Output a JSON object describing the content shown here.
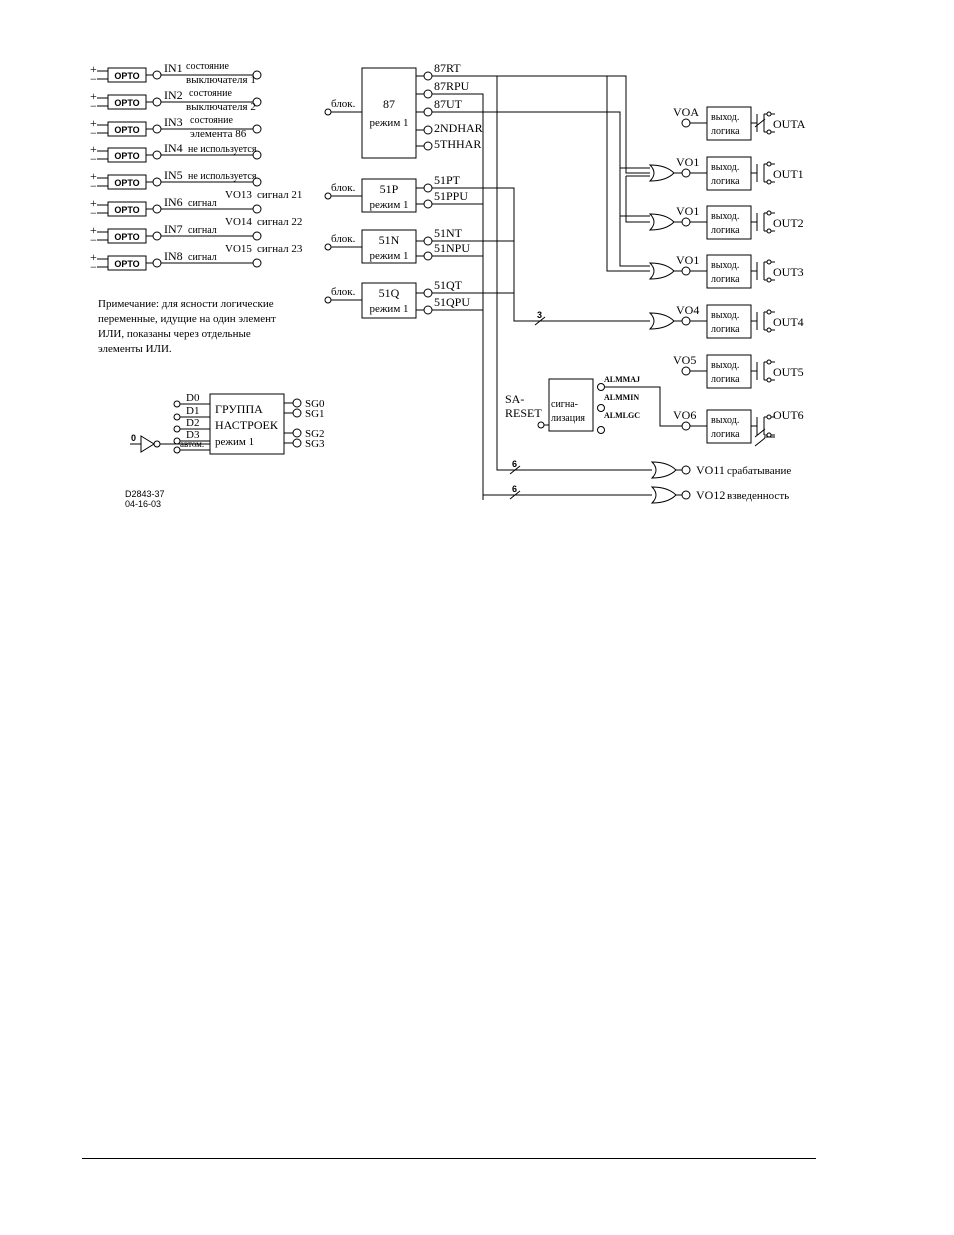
{
  "inputs": [
    {
      "opto": "OPTO",
      "name": "IN1",
      "desc": [
        "состояние",
        "выключателя 1"
      ]
    },
    {
      "opto": "OPTO",
      "name": "IN2",
      "desc": [
        "состояние",
        "выключателя 2"
      ]
    },
    {
      "opto": "OPTO",
      "name": "IN3",
      "desc": [
        "состояние",
        "элемента 86"
      ]
    },
    {
      "opto": "OPTO",
      "name": "IN4",
      "desc": [
        "не используется"
      ]
    },
    {
      "opto": "OPTO",
      "name": "IN5",
      "desc": [
        "не используется"
      ]
    },
    {
      "opto": "OPTO",
      "name": "IN6",
      "desc": [
        "сигнал"
      ],
      "vo": "VO13",
      "vo_desc": "сигнал 21"
    },
    {
      "opto": "OPTO",
      "name": "IN7",
      "desc": [
        "сигнал"
      ],
      "vo": "VO14",
      "vo_desc": "сигнал 22"
    },
    {
      "opto": "OPTO",
      "name": "IN8",
      "desc": [
        "сигнал"
      ],
      "vo": "VO15",
      "vo_desc": "сигнал 23"
    }
  ],
  "note": [
    "Примечание: для ясности логические",
    "переменные, идущие на один элемент",
    "ИЛИ, показаны через отдельные",
    "элементы ИЛИ."
  ],
  "setting_group": {
    "inputs": [
      "D0",
      "D1",
      "D2",
      "D3",
      "автом."
    ],
    "title": [
      "ГРУППА",
      "НАСТРОЕК"
    ],
    "mode": "режим 1",
    "outputs": [
      "SG0",
      "SG1",
      "SG2",
      "SG3"
    ],
    "const": "0"
  },
  "drawing_id": [
    "D2843-37",
    "04-16-03"
  ],
  "blocks": [
    {
      "block": "блок.",
      "name": "87",
      "mode": "режим 1",
      "outputs": [
        "87RT",
        "87RPU",
        "87UT",
        "2NDHAR",
        "5THHAR"
      ]
    },
    {
      "block": "блок.",
      "name": "51P",
      "mode": "режим 1",
      "outputs": [
        "51PT",
        "51PPU"
      ]
    },
    {
      "block": "блок.",
      "name": "51N",
      "mode": "режим 1",
      "outputs": [
        "51NT",
        "51NPU"
      ]
    },
    {
      "block": "блок.",
      "name": "51Q",
      "mode": "режим 1",
      "outputs": [
        "51QT",
        "51QPU"
      ]
    }
  ],
  "alarm": {
    "reset": [
      "SA-",
      "RESET"
    ],
    "name": [
      "сигна-",
      "лизация"
    ],
    "outputs": [
      "ALMMAJ",
      "ALMMIN",
      "ALMLGC"
    ]
  },
  "bus_counts": [
    "3",
    "6",
    "6"
  ],
  "output_logic": [
    {
      "vo": "VOA",
      "label": [
        "выход.",
        "логика"
      ],
      "out": "OUTA"
    },
    {
      "vo": "VO1",
      "label": [
        "выход.",
        "логика"
      ],
      "out": "OUT1"
    },
    {
      "vo": "VO1",
      "label": [
        "выход.",
        "логика"
      ],
      "out": "OUT2"
    },
    {
      "vo": "VO1",
      "label": [
        "выход.",
        "логика"
      ],
      "out": "OUT3"
    },
    {
      "vo": "VO4",
      "label": [
        "выход.",
        "логика"
      ],
      "out": "OUT4"
    },
    {
      "vo": "VO5",
      "label": [
        "выход.",
        "логика"
      ],
      "out": "OUT5"
    },
    {
      "vo": "VO6",
      "label": [
        "выход.",
        "логика"
      ],
      "out": "OUT6"
    }
  ],
  "final_outputs": [
    {
      "vo": "VO11",
      "desc": "срабатывание"
    },
    {
      "vo": "VO12",
      "desc": "взведенность"
    }
  ]
}
